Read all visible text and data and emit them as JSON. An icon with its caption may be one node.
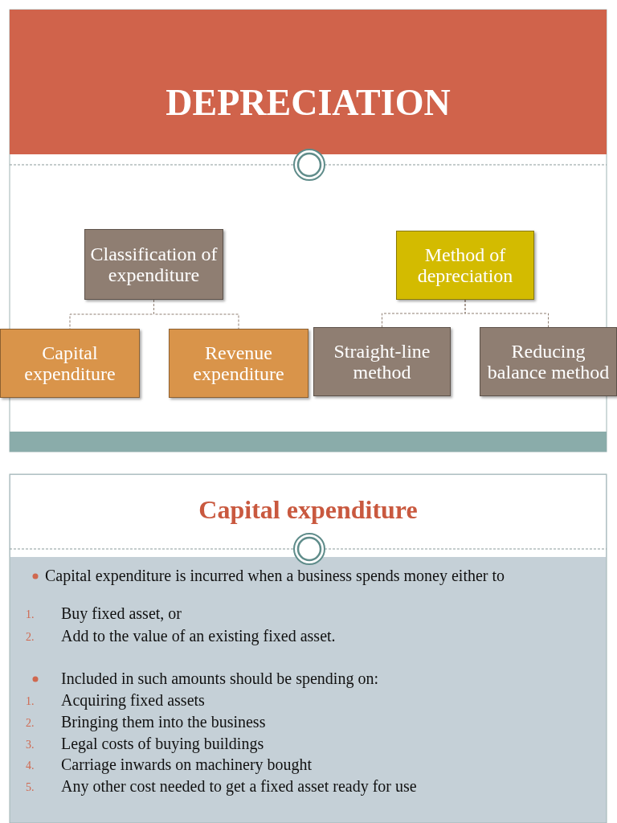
{
  "diagram": {
    "title": "DEPRECIATION",
    "nodes": [
      {
        "text": [
          "Classification of expenditure"
        ]
      },
      {
        "text": [
          "Capital expenditure"
        ]
      },
      {
        "text": [
          "Revenue expenditure"
        ]
      },
      {
        "text": [
          "Method of depreciation"
        ]
      },
      {
        "text": [
          "Straight-line method"
        ]
      },
      {
        "text": [
          "Reducing balance method"
        ]
      }
    ],
    "edges": [
      {
        "from": 0,
        "to": 1,
        "arrow": "none",
        "style": "dashed"
      },
      {
        "from": 0,
        "to": 2,
        "arrow": "none",
        "style": "dashed"
      },
      {
        "from": 3,
        "to": 4,
        "arrow": "none",
        "style": "dashed"
      },
      {
        "from": 3,
        "to": 5,
        "arrow": "none",
        "style": "dashed"
      }
    ],
    "labels": [
      "Capital expenditure",
      "Capital expenditure is incurred when a business spends money either to",
      "1.",
      "Buy fixed asset, or",
      "2.",
      "Add to the value of an existing fixed asset.",
      "Included in such amounts should be spending on:",
      "1.",
      "Acquiring fixed assets",
      "2.",
      "Bringing them into the business",
      "3.",
      "Legal costs of buying buildings",
      "4.",
      "Carriage inwards on machinery bought",
      "5.",
      "Any other cost needed to get a fixed asset ready for use"
    ]
  }
}
